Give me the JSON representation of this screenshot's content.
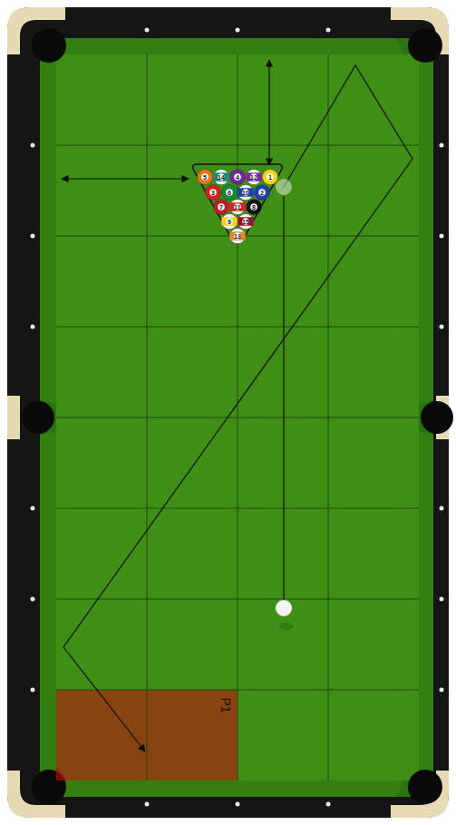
{
  "diagram": {
    "nodes": [
      {
        "text": [
          "P1"
        ]
      }
    ],
    "labels": [
      "5",
      "14",
      "4",
      "12",
      "1",
      "3",
      "6",
      "10",
      "2",
      "7",
      "11",
      "8",
      "9",
      "15",
      "13"
    ]
  }
}
